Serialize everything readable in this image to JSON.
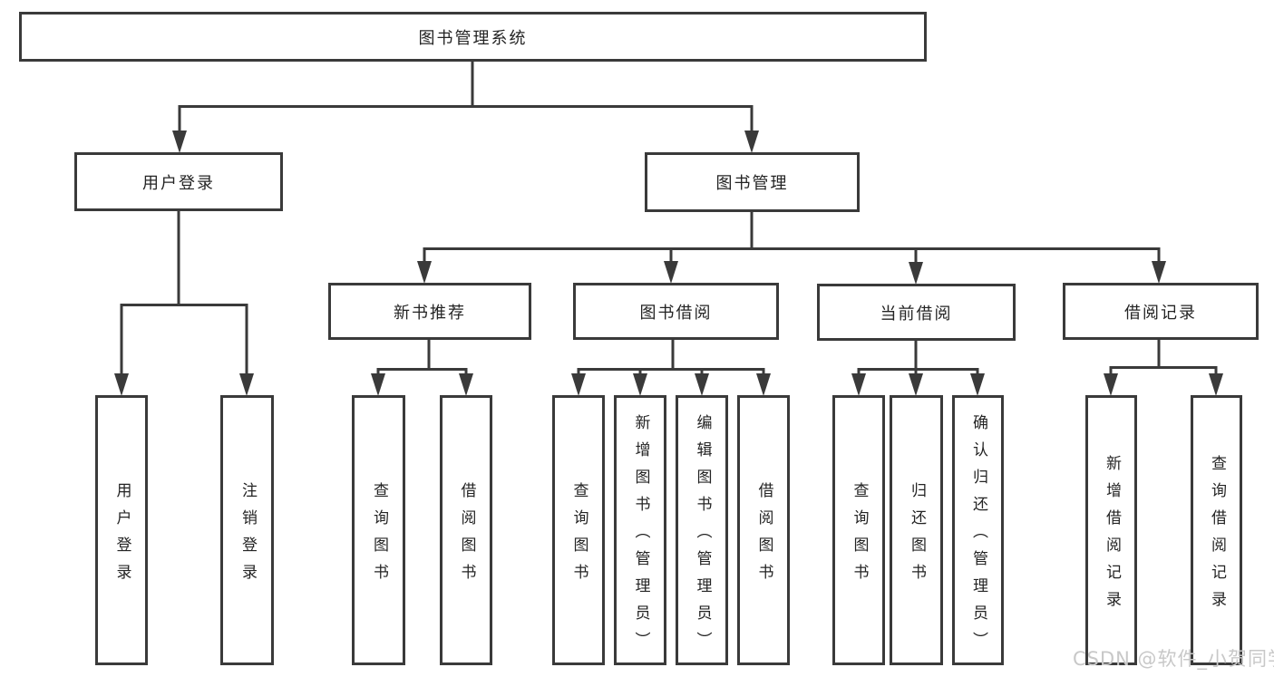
{
  "nodes": {
    "root": "图书管理系统",
    "l2": [
      "用户登录",
      "图书管理"
    ],
    "l3": [
      "新书推荐",
      "图书借阅",
      "当前借阅",
      "借阅记录"
    ],
    "user_login_children": [
      "用户登录",
      "注销登录"
    ],
    "new_book_children": [
      "查询图书",
      "借阅图书"
    ],
    "book_borrow_children": [
      "查询图书",
      "新增图书（管理员）",
      "编辑图书（管理员）",
      "借阅图书"
    ],
    "current_borrow_children": [
      "查询图书",
      "归还图书",
      "确认归还（管理员）"
    ],
    "borrow_record_children": [
      "新增借阅记录",
      "查询借阅记录"
    ]
  },
  "watermark": "CSDN @软件_小贺同学",
  "colors": {
    "line": "#3a3a3a",
    "box_border": "#3a3a3a",
    "text": "#242424",
    "watermark": "#c8c8c8",
    "background": "#ffffff"
  }
}
